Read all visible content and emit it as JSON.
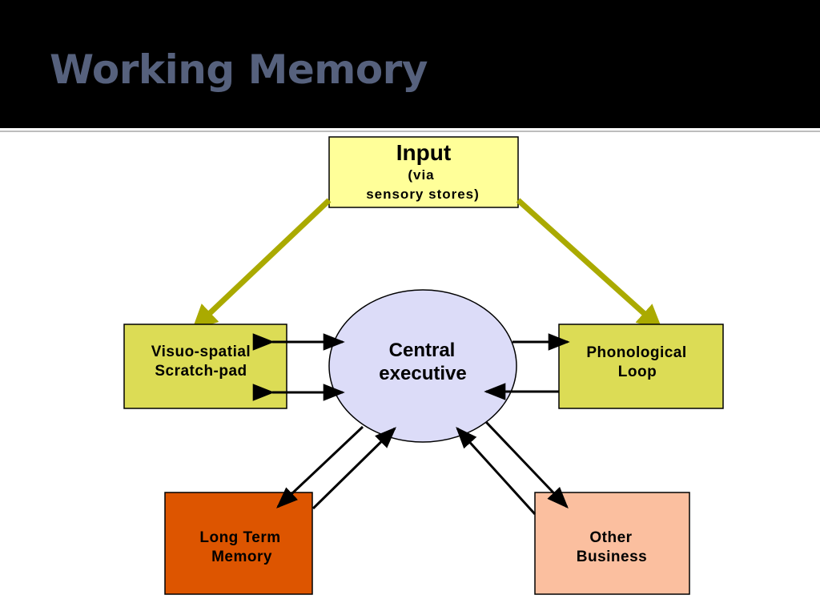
{
  "slide": {
    "title": "Working Memory"
  },
  "diagram": {
    "nodes": {
      "input": {
        "line1": "Input",
        "line2": "(via",
        "line3": "sensory stores)",
        "fill": "#ffff99"
      },
      "central_executive": {
        "line1": "Central",
        "line2": "executive",
        "fill": "#dcdcf8"
      },
      "visuospatial": {
        "line1": "Visuo-spatial",
        "line2": "Scratch-pad",
        "fill": "#dcdc55"
      },
      "phonological": {
        "line1": "Phonological",
        "line2": "Loop",
        "fill": "#dcdc55"
      },
      "long_term_memory": {
        "line1": "Long Term",
        "line2": "Memory",
        "fill": "#dd5500"
      },
      "other_business": {
        "line1": "Other",
        "line2": "Business",
        "fill": "#fbbf9f"
      }
    },
    "colors": {
      "input_arrow": "#aaaa00",
      "arrow": "#000000"
    }
  }
}
